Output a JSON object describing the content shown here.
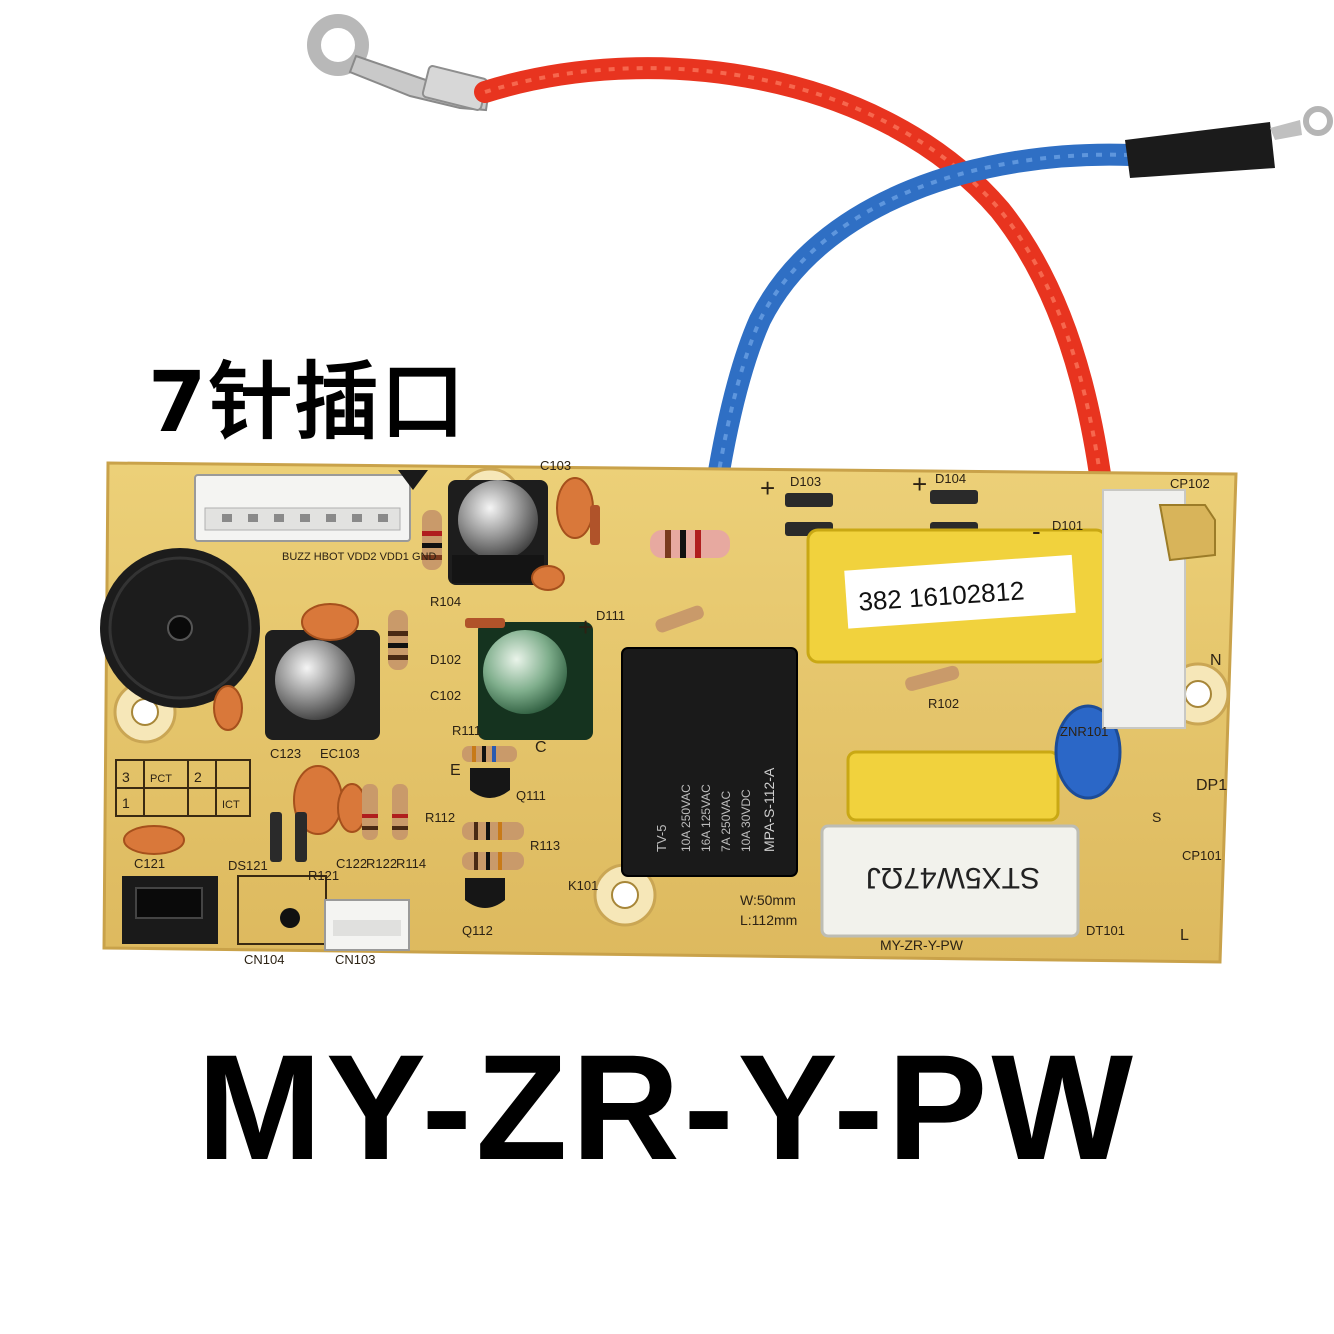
{
  "captions": {
    "connector_note": "7针插口",
    "model": "MY-ZR-Y-PW"
  },
  "components": {
    "relay": {
      "brand": "TV-5",
      "ratings": [
        "10A 250VAC",
        "16A 125VAC",
        "7A 250VAC",
        "10A 30VDC"
      ],
      "model": "MPA-S-112-A"
    },
    "film_capacitor_label": "382 16102812",
    "power_resistor_label": "STX5W47ΩJ"
  },
  "silkscreen": {
    "labels": [
      "D103",
      "D104",
      "D101",
      "CP102",
      "C103",
      "R104",
      "D111",
      "D102",
      "C102",
      "R102",
      "ZNR101",
      "R111",
      "Q111",
      "R112",
      "R113",
      "K101",
      "Q112",
      "CN103",
      "CN104",
      "DS121",
      "C121",
      "R114",
      "R122",
      "C122",
      "R121",
      "EC103",
      "C123",
      "DP1",
      "CP101",
      "DT101"
    ],
    "board_dims": [
      "L:112mm",
      "W:50mm"
    ],
    "board_code": "MY-ZR-Y-PW",
    "connector_pins": "BUZZ HBOT VDD2 VDD1 GND",
    "table_labels": [
      "3",
      "2",
      "1",
      "PCT",
      "ICT"
    ],
    "polarity": [
      "+",
      "-"
    ],
    "pin_marks": [
      "E",
      "C",
      "L",
      "N",
      "S"
    ]
  },
  "colors": {
    "board": "#e6c56e",
    "red_wire": "#e8341f",
    "blue_wire": "#2f6fc4",
    "yellow_component": "#f1d23d"
  }
}
